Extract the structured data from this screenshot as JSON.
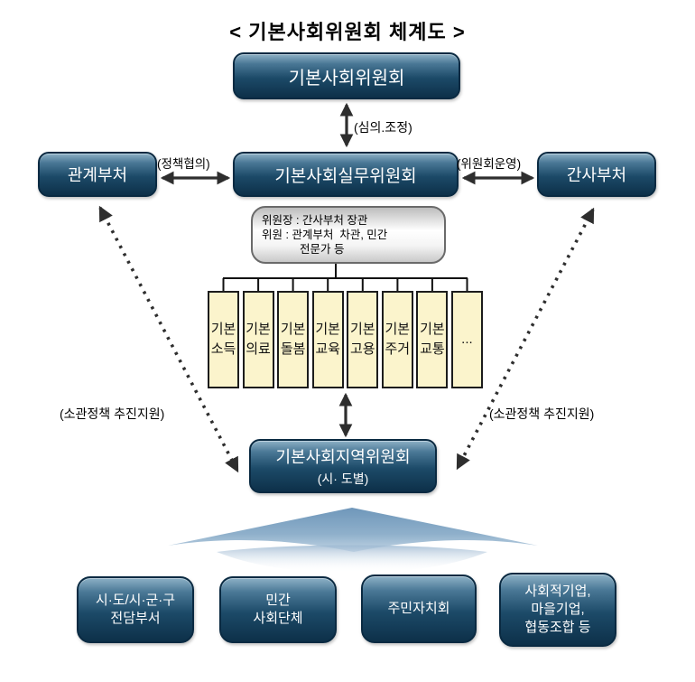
{
  "title": "< 기본사회위원회 체계도 >",
  "nodes": {
    "top_committee": "기본사회위원회",
    "related_ministries": "관계부처",
    "working_committee": "기본사회실무위원회",
    "secretariat_ministry": "간사부처",
    "regional_committee": {
      "line1": "기본사회지역위원회",
      "line2": "(시· 도별)"
    }
  },
  "labels": {
    "deliberation": "(심의.조정)",
    "policy_consultation": "(정책협의)",
    "committee_operation": "(위원회운영)",
    "support_left": "(소관정책 추진지원)",
    "support_right": "(소관정책 추진지원)"
  },
  "callout": {
    "line1": "위원장 : 간사부처 장관",
    "line2": "위원 : 관계부처  차관, 민간",
    "line3": "전문가 등"
  },
  "subcommittees": [
    "기본소득",
    "기본의료",
    "기본돌봄",
    "기본교육",
    "기본고용",
    "기본주거",
    "기본교통",
    "..."
  ],
  "bottom_row": [
    {
      "line1": "시·도/시·군·구",
      "line2": "전담부서",
      "line3": ""
    },
    {
      "line1": "민간",
      "line2": "사회단체",
      "line3": ""
    },
    {
      "line1": "주민자치회",
      "line2": "",
      "line3": ""
    },
    {
      "line1": "사회적기업,",
      "line2": "마을기업,",
      "line3": "협동조합 등"
    }
  ],
  "colors": {
    "node_gradient_top": "#8db1c6",
    "node_gradient_bottom": "#0d3049",
    "node_border": "#0a2a42",
    "subcommittee_fill": "#fbf4cc",
    "arrow": "#2e2e2e",
    "swoosh_blue": "#7b9fc2"
  }
}
